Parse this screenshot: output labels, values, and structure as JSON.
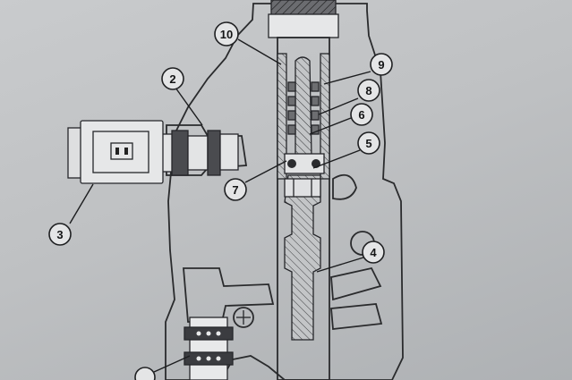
{
  "callouts": [
    {
      "id": "c2",
      "label": "2"
    },
    {
      "id": "c3",
      "label": "3"
    },
    {
      "id": "c4",
      "label": "4"
    },
    {
      "id": "c5",
      "label": "5"
    },
    {
      "id": "c6",
      "label": "6"
    },
    {
      "id": "c7",
      "label": "7"
    },
    {
      "id": "c8",
      "label": "8"
    },
    {
      "id": "c9",
      "label": "9"
    },
    {
      "id": "c10",
      "label": "10"
    }
  ],
  "colors": {
    "paper": "#c5c7c9",
    "ink": "#1f2022",
    "hatch": "#3a3b3e",
    "callout_fill": "#e4e5e6"
  }
}
